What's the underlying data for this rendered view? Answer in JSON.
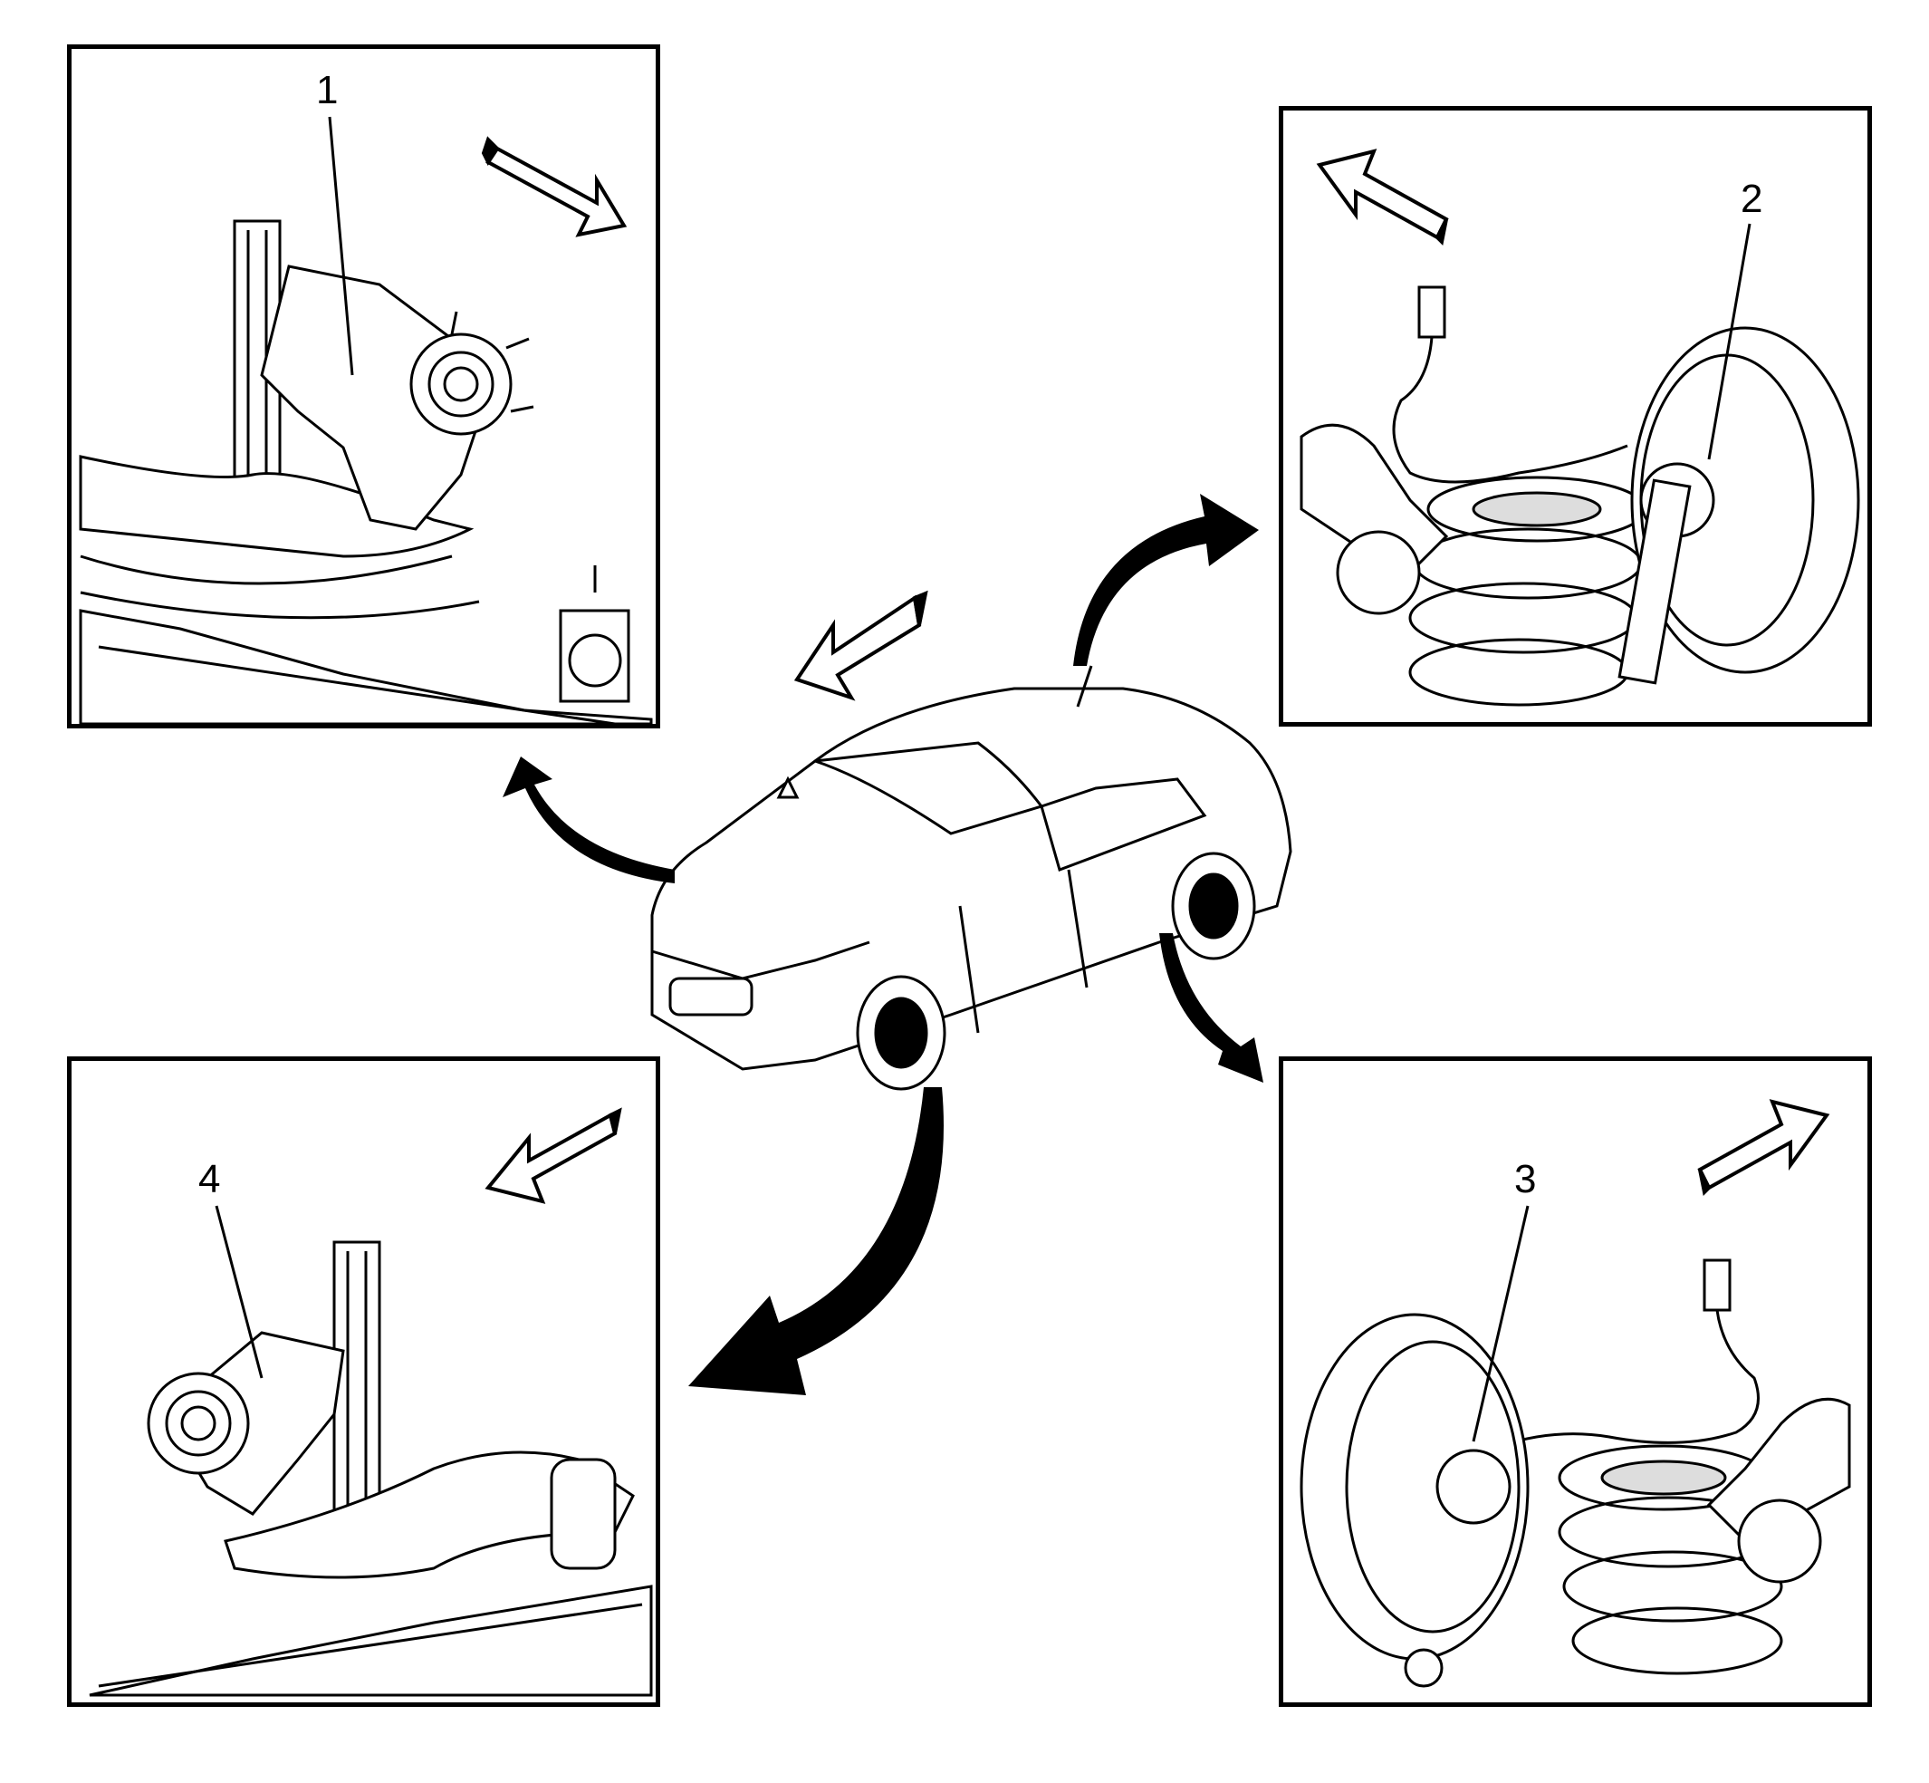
{
  "diagram": {
    "panels": [
      {
        "id": "front-left",
        "callout": "1"
      },
      {
        "id": "rear-left",
        "callout": "2"
      },
      {
        "id": "rear-right",
        "callout": "3"
      },
      {
        "id": "front-right",
        "callout": "4"
      }
    ]
  },
  "colors": {
    "line": "#000000",
    "fill": "#ffffff",
    "shade": "#dddddd"
  }
}
